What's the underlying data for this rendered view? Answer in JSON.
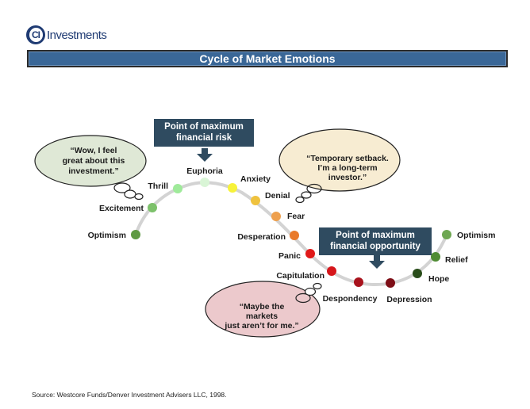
{
  "header": {
    "logo_mark": "CI",
    "logo_text": "Investments",
    "title": "Cycle of Market Emotions"
  },
  "callouts": {
    "risk": {
      "line1": "Point of maximum",
      "line2": "financial risk"
    },
    "opportunity": {
      "line1": "Point of maximum",
      "line2": "financial opportunity"
    }
  },
  "bubbles": [
    {
      "lines": [
        "“Wow, I feel",
        "great about this",
        "investment.”"
      ],
      "color": "#dfe8d6"
    },
    {
      "lines": [
        "“Temporary setback.",
        "I’m a long-term",
        "investor.”"
      ],
      "color": "#f7ecd2"
    },
    {
      "lines": [
        "“Maybe the",
        "markets",
        "just aren’t for me.”"
      ],
      "color": "#ecc9cc"
    }
  ],
  "chart_data": {
    "type": "diagram",
    "title": "Cycle of Market Emotions",
    "stages": [
      {
        "label": "Optimism",
        "color": "#5f9a43"
      },
      {
        "label": "Excitement",
        "color": "#7dc16b"
      },
      {
        "label": "Thrill",
        "color": "#9fea9a"
      },
      {
        "label": "Euphoria",
        "color": "#d9f5d6"
      },
      {
        "label": "Anxiety",
        "color": "#f7f23a"
      },
      {
        "label": "Denial",
        "color": "#efc23e"
      },
      {
        "label": "Fear",
        "color": "#eea04e"
      },
      {
        "label": "Desperation",
        "color": "#e97a2a"
      },
      {
        "label": "Panic",
        "color": "#e01919"
      },
      {
        "label": "Capitulation",
        "color": "#d6161b"
      },
      {
        "label": "Despondency",
        "color": "#a8121c"
      },
      {
        "label": "Depression",
        "color": "#7d0e16"
      },
      {
        "label": "Hope",
        "color": "#294d1a"
      },
      {
        "label": "Relief",
        "color": "#4f8b33"
      },
      {
        "label": "Optimism",
        "color": "#6ea752"
      }
    ]
  },
  "footer": {
    "source": "Source: Westcore Funds/Denver Investment Advisers LLC, 1998."
  }
}
